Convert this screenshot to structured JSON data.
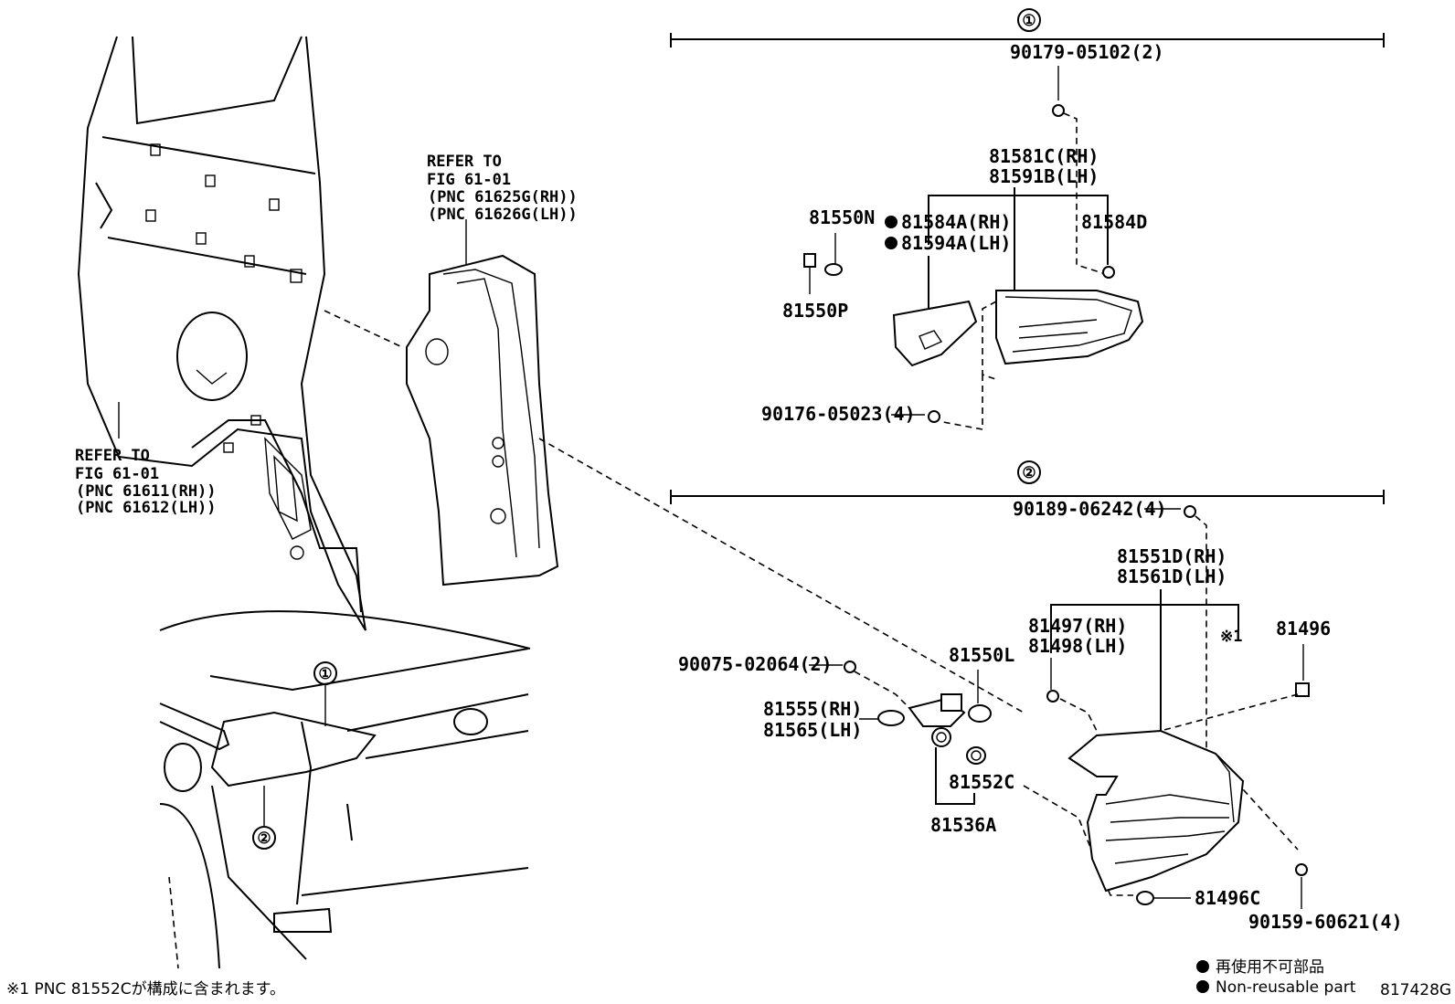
{
  "group1": {
    "marker": "①",
    "labels": {
      "bolt_top": "90179-05102(2)",
      "lamp_rh": "81581C(RH)",
      "lamp_lh": "81591B(LH)",
      "gasket_rh": "81584A(RH)",
      "gasket_lh": "81594A(LH)",
      "clip": "81584D",
      "socket_n": "81550N",
      "socket_p": "81550P",
      "nut_bottom": "90176-05023(4)"
    }
  },
  "group2": {
    "marker": "②",
    "labels": {
      "bolt_top": "90189-06242(4)",
      "lamp_rh": "81551D(RH)",
      "lamp_lh": "81561D(LH)",
      "cushion_rh": "81497(RH)",
      "cushion_lh": "81498(LH)",
      "note_ref": "※1",
      "clip_top": "81496",
      "screw": "90075-02064(2)",
      "socket_l": "81550L",
      "socket_rh": "81555(RH)",
      "socket_lh": "81565(LH)",
      "oring": "81552C",
      "bulb": "81536A",
      "clip_bottom": "81496C",
      "bolt_bottom": "90159-60621(4)"
    }
  },
  "references": {
    "upper_line1": "REFER TO",
    "upper_line2": "FIG 61-01",
    "upper_line3": "(PNC 61625G(RH))",
    "upper_line4": "(PNC 61626G(LH))",
    "lower_line1": "REFER TO",
    "lower_line2": "FIG 61-01",
    "lower_line3": "(PNC 61611(RH))",
    "lower_line4": "(PNC 61612(LH))"
  },
  "vehicle_markers": {
    "m1": "①",
    "m2": "②"
  },
  "legend": {
    "jp": "再使用不可部品",
    "en": "Non-reusable part"
  },
  "footnote": "※1 PNC 81552Cが構成に含まれます。",
  "figure_id": "817428G"
}
